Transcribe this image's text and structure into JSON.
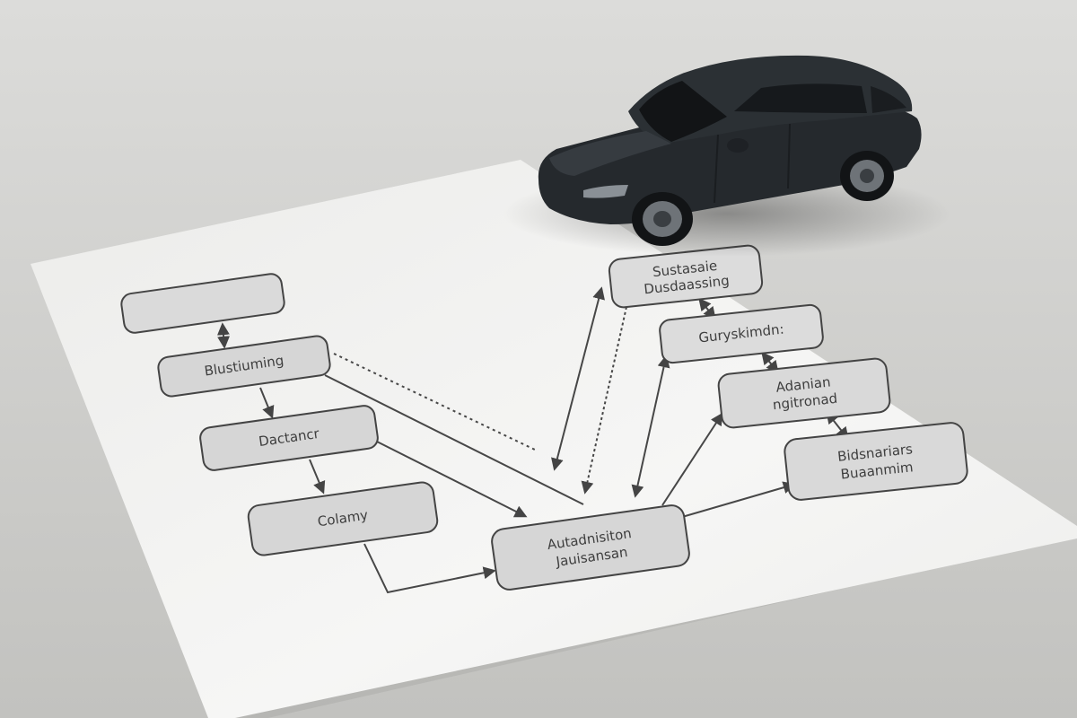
{
  "scene": {
    "subject": "toy-car-on-flowchart-sheet",
    "background_color": "#c9c9c6",
    "paper_color": "#f2f2f1",
    "node_fill": "#d9d9d9",
    "node_stroke": "#444444",
    "car_color": "#24282c"
  },
  "diagram": {
    "nodes": [
      {
        "id": "n1",
        "lines": []
      },
      {
        "id": "n2",
        "lines": [
          "Blustiuming"
        ]
      },
      {
        "id": "n3",
        "lines": [
          "Dactancr"
        ]
      },
      {
        "id": "n4",
        "lines": [
          "Colamy"
        ]
      },
      {
        "id": "n5",
        "lines": [
          "Autadnisiton",
          "Jauisansan"
        ]
      },
      {
        "id": "n6",
        "lines": [
          "Sustasaie",
          "Dusdaassing"
        ]
      },
      {
        "id": "n7",
        "lines": [
          "Guryskimdn:"
        ]
      },
      {
        "id": "n8",
        "lines": [
          "Adanian",
          "ngitronad"
        ]
      },
      {
        "id": "n9",
        "lines": [
          "Bidsnariars",
          "Buaanmim"
        ]
      }
    ]
  }
}
